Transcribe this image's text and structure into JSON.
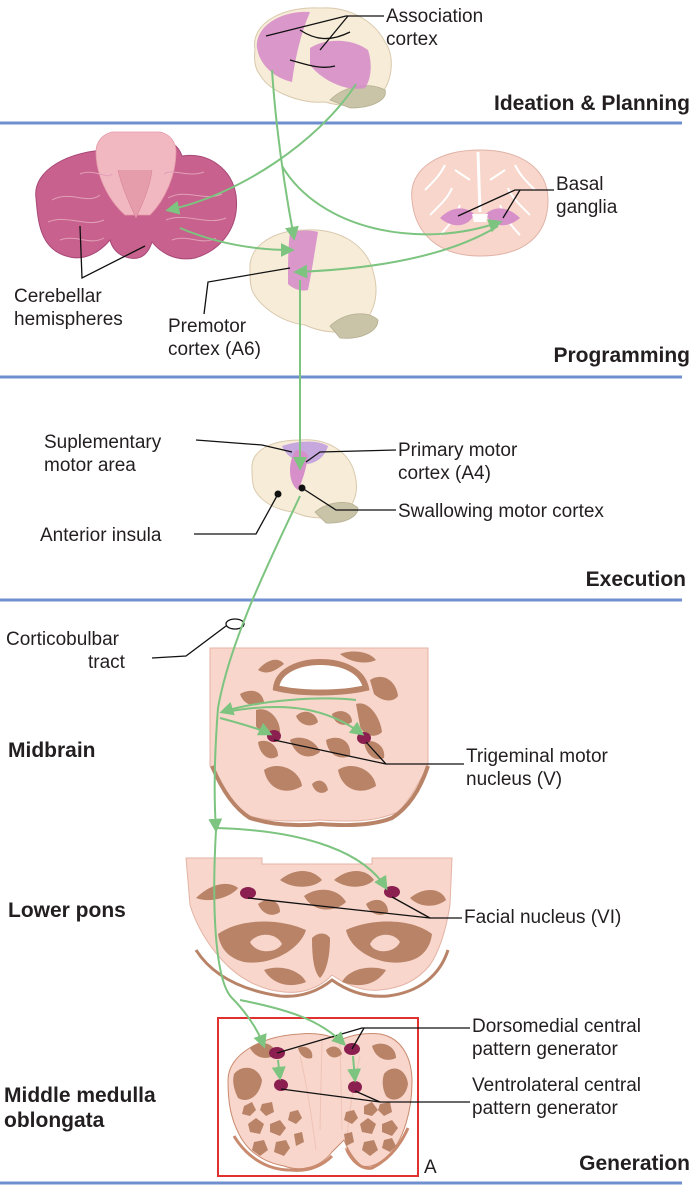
{
  "colors": {
    "separator": "#6f8fcf",
    "arrow": "#7cc47f",
    "brain": "#f7ecd8",
    "brain_highlight": "#d68fc9",
    "cerebellum": "#c8618d",
    "section_bg": "#f8d6cb",
    "grey_matter": "#b98368",
    "nucleus": "#8b1f4f",
    "highlight_box": "#e03030"
  },
  "stages": {
    "ideation": "Ideation & Planning",
    "programming": "Programming",
    "execution": "Execution",
    "generation": "Generation"
  },
  "labels": {
    "association_cortex": [
      "Association",
      "cortex"
    ],
    "basal_ganglia": [
      "Basal",
      "ganglia"
    ],
    "cerebellar_hemispheres": [
      "Cerebellar",
      "hemispheres"
    ],
    "premotor_cortex": [
      "Premotor",
      "cortex (A6)"
    ],
    "supplementary_motor_area": [
      "Suplementary",
      "motor area"
    ],
    "primary_motor_cortex": [
      "Primary motor",
      "cortex (A4)"
    ],
    "swallowing_motor_cortex": "Swallowing motor cortex",
    "anterior_insula": "Anterior insula",
    "corticobulbar_tract": [
      "Corticobulbar",
      "tract"
    ],
    "trigeminal_motor_nucleus": [
      "Trigeminal motor",
      "nucleus (V)"
    ],
    "facial_nucleus": "Facial nucleus (VI)",
    "dorsomedial_cpg": [
      "Dorsomedial central",
      "pattern generator"
    ],
    "ventrolateral_cpg": [
      "Ventrolateral central",
      "pattern generator"
    ]
  },
  "regions": {
    "midbrain": "Midbrain",
    "lower_pons": "Lower pons",
    "medulla": [
      "Middle medulla",
      "oblongata"
    ]
  },
  "panel_letter": "A"
}
